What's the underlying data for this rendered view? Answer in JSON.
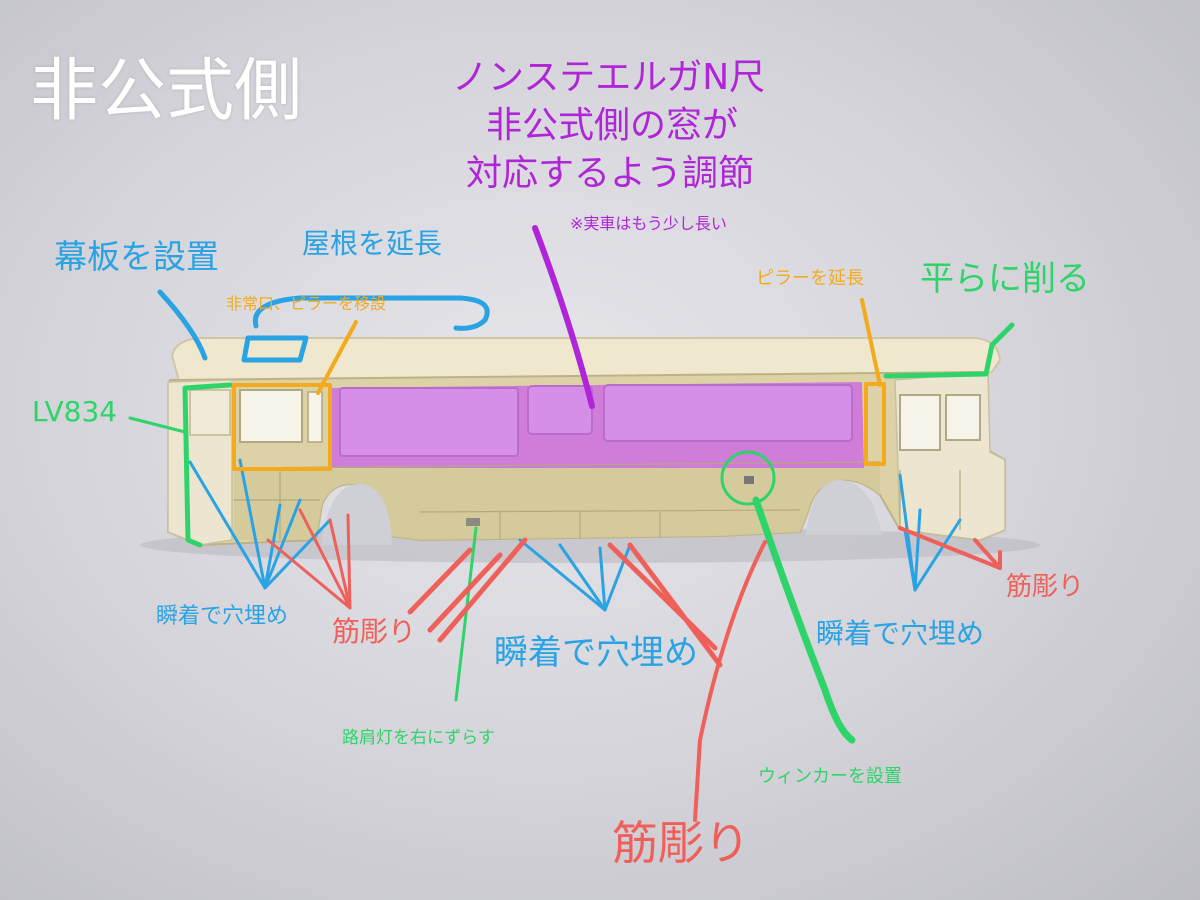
{
  "title": "非公式側",
  "purple_note": {
    "line1": "ノンステエルガN尺",
    "line2": "非公式側の窓が",
    "line3": "対応するよう調節",
    "small": "※実車はもう少し長い"
  },
  "labels": {
    "curtain": "幕板を設置",
    "roof": "屋根を延長",
    "emergency": "非常口、ピラーを移設",
    "pillar": "ピラーを延長",
    "flatten": "平らに削る",
    "model": "LV834",
    "glue_left": "瞬着で穴埋め",
    "groove_left": "筋彫り",
    "glue_center": "瞬着で穴埋め",
    "glue_right": "瞬着で穴埋め",
    "groove_right": "筋彫り",
    "shoulder_light": "路肩灯を右にずらす",
    "winker": "ウィンカーを設置",
    "groove_bottom": "筋彫り"
  },
  "colors": {
    "purple": "#b025d8",
    "blue": "#29a3e3",
    "green": "#2ed46a",
    "orange": "#f3aa1c",
    "red": "#f0605a",
    "body": "#dcd2a6"
  }
}
